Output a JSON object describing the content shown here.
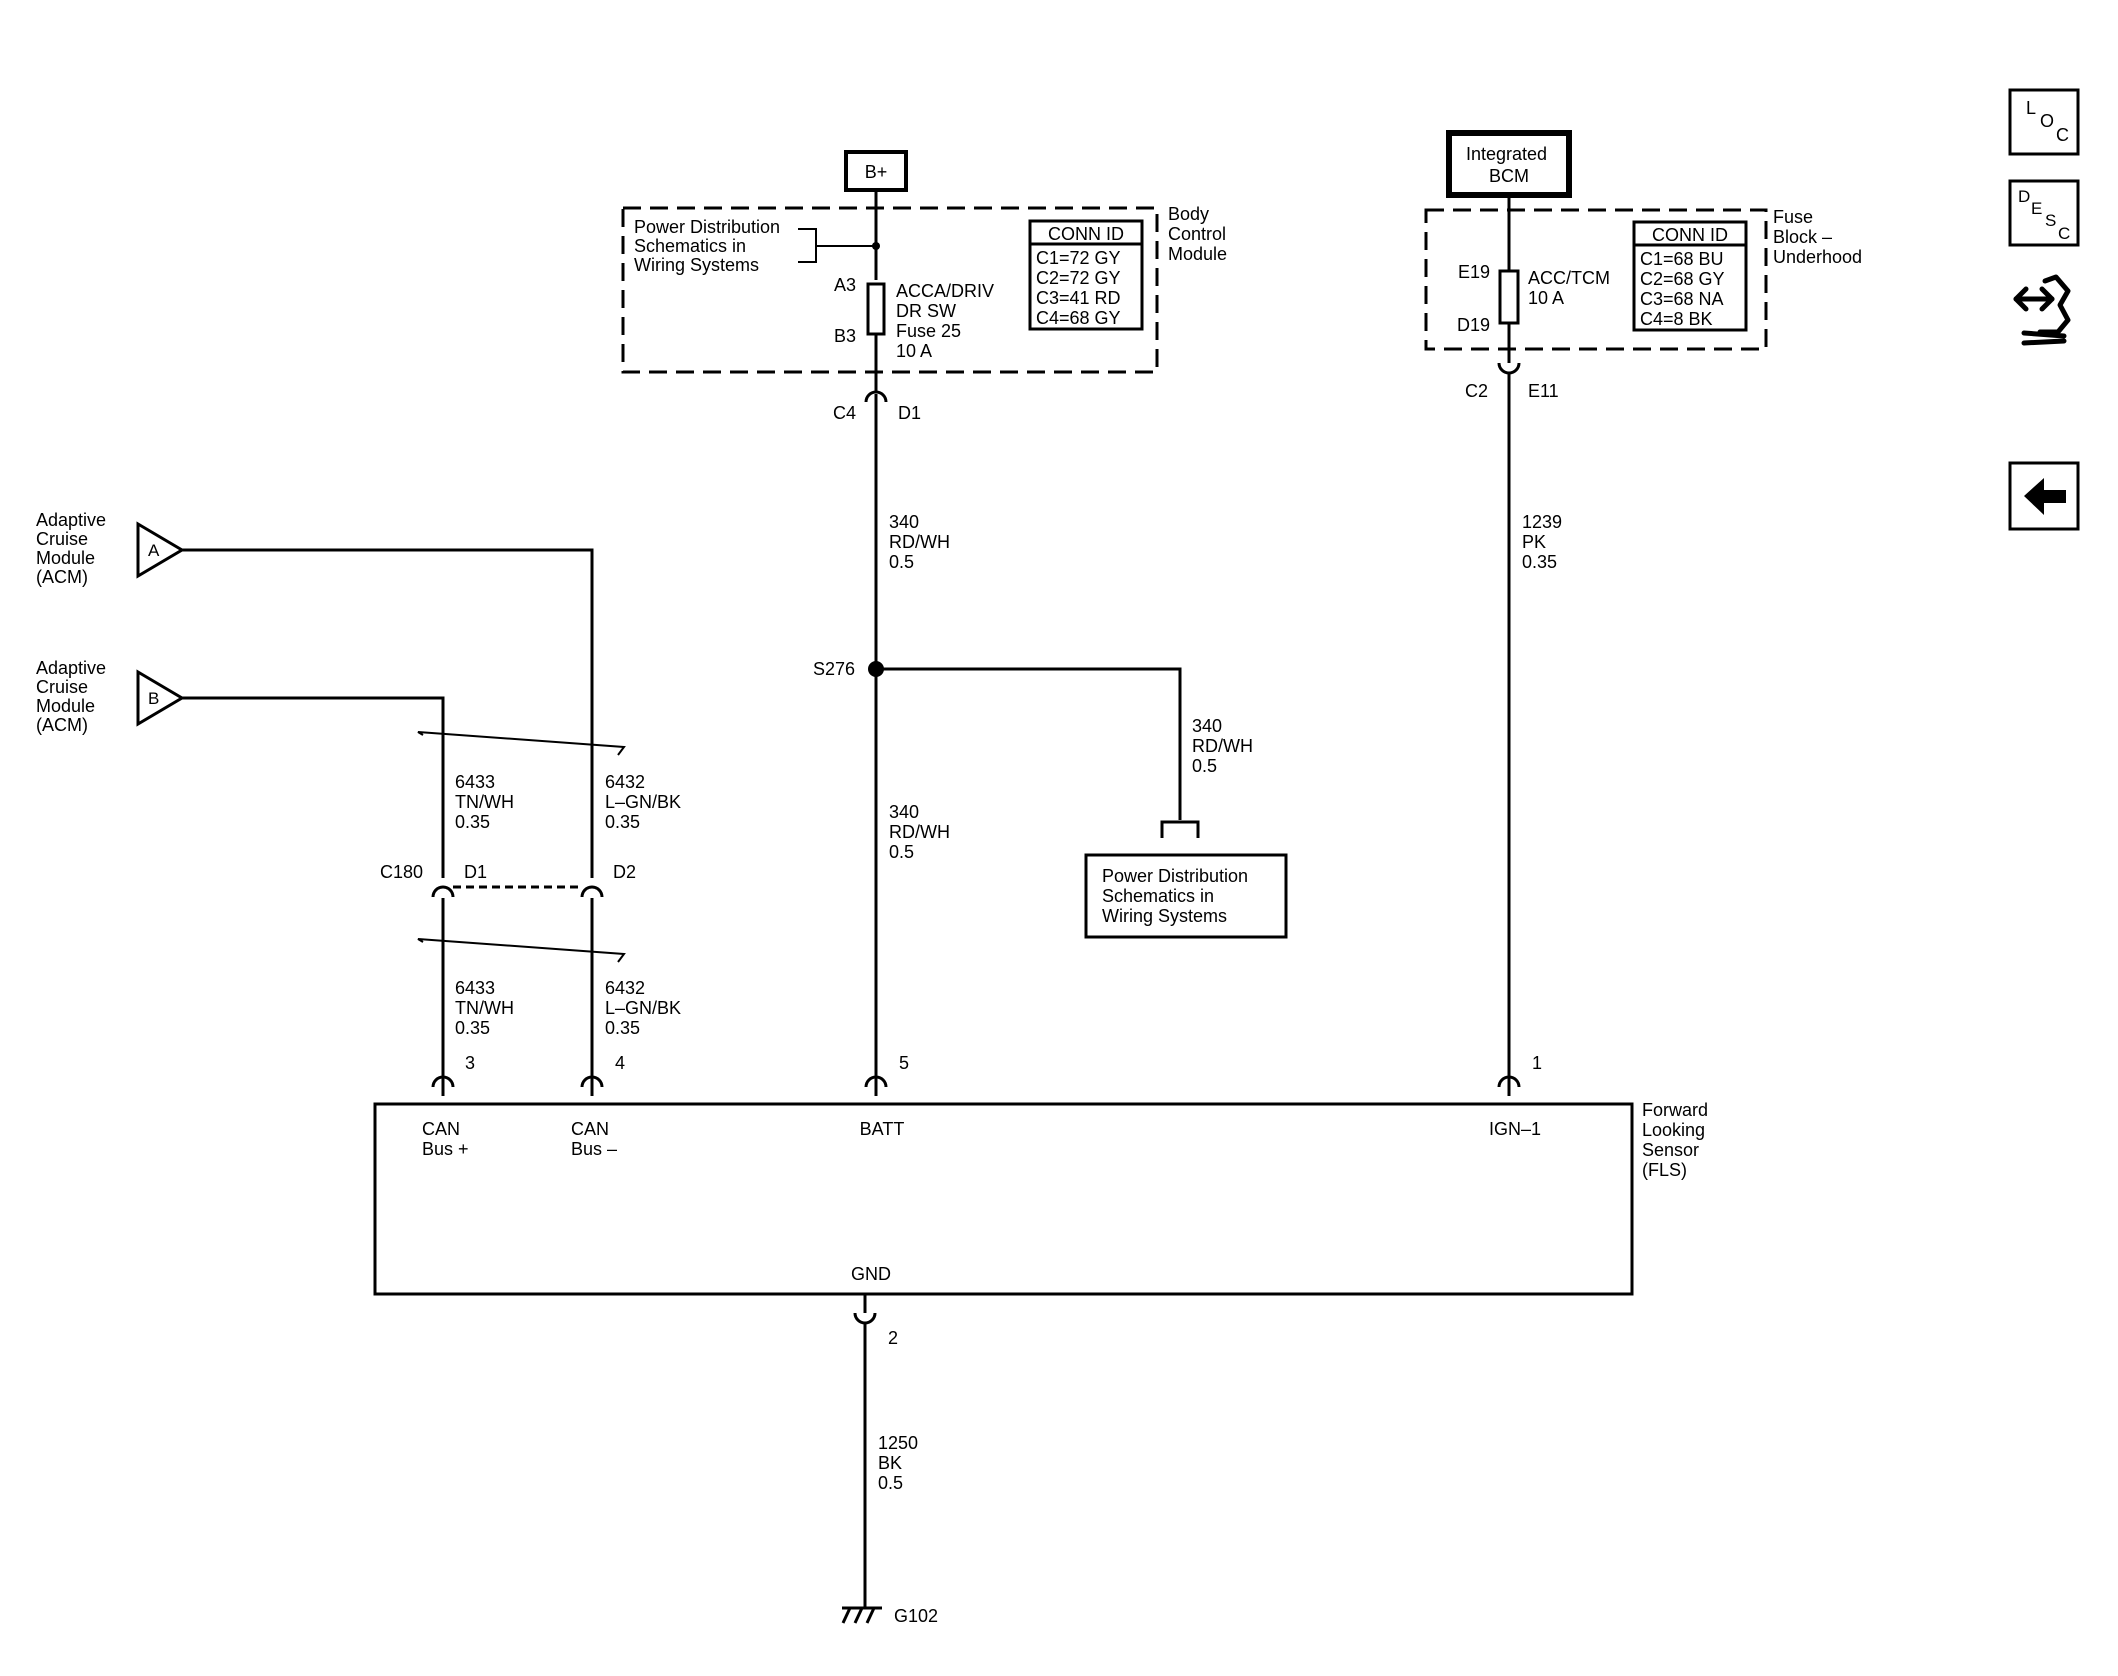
{
  "colors": {
    "ink": "#000000",
    "background": "#ffffff"
  },
  "nav": {
    "loc": {
      "l": "L",
      "o": "O",
      "c": "C"
    },
    "desc": {
      "d": "D",
      "e": "E",
      "s": "S",
      "c": "C"
    },
    "connector_icon": "connector-end-view-icon",
    "back_icon": "back-arrow-icon"
  },
  "power": {
    "b_plus": "B+",
    "integrated_bcm": [
      "Integrated",
      "BCM"
    ]
  },
  "bcm": {
    "name": [
      "Body",
      "Control",
      "Module"
    ],
    "pd_ref": [
      "Power Distribution",
      "Schematics in",
      "Wiring Systems"
    ],
    "pin_in": "A3",
    "pin_out": "B3",
    "fuse": [
      "ACCA/DRIV",
      "DR SW",
      "Fuse 25",
      "10 A"
    ],
    "conn_title": "CONN ID",
    "conn_rows": [
      "C1=72 GY",
      "C2=72 GY",
      "C3=41 RD",
      "C4=68 GY"
    ],
    "conn_out": "C4",
    "conn_out_pin": "D1"
  },
  "fuse_block": {
    "name": [
      "Fuse",
      "Block –",
      "Underhood"
    ],
    "pin_in": "E19",
    "pin_out": "D19",
    "fuse": [
      "ACC/TCM",
      "10 A"
    ],
    "conn_title": "CONN ID",
    "conn_rows": [
      "C1=68 BU",
      "C2=68 GY",
      "C3=68 NA",
      "C4=8 BK"
    ],
    "conn_out": "C2",
    "conn_out_pin": "E11"
  },
  "acm": {
    "a_label": [
      "Adaptive",
      "Cruise",
      "Module",
      "(ACM)"
    ],
    "a_marker": "A",
    "b_label": [
      "Adaptive",
      "Cruise",
      "Module",
      "(ACM)"
    ],
    "b_marker": "B"
  },
  "wires": {
    "batt_upper": [
      "340",
      "RD/WH",
      "0.5"
    ],
    "splice": "S276",
    "branch": [
      "340",
      "RD/WH",
      "0.5"
    ],
    "batt_lower": [
      "340",
      "RD/WH",
      "0.5"
    ],
    "ign_wire": [
      "1239",
      "PK",
      "0.35"
    ],
    "can_plus_upper": [
      "6433",
      "TN/WH",
      "0.35"
    ],
    "can_minus_upper": [
      "6432",
      "L–GN/BK",
      "0.35"
    ],
    "can_plus_lower": [
      "6433",
      "TN/WH",
      "0.35"
    ],
    "can_minus_lower": [
      "6432",
      "L–GN/BK",
      "0.35"
    ],
    "ground_wire": [
      "1250",
      "BK",
      "0.5"
    ],
    "ground_point": "G102"
  },
  "pd_box": [
    "Power Distribution",
    "Schematics in",
    "Wiring Systems"
  ],
  "c180": {
    "name": "C180",
    "pin1": "D1",
    "pin2": "D2"
  },
  "fls": {
    "name": [
      "Forward",
      "Looking",
      "Sensor",
      "(FLS)"
    ],
    "pins": {
      "can_plus": "3",
      "can_minus": "4",
      "batt": "5",
      "ign": "1",
      "gnd": "2"
    },
    "can_plus": [
      "CAN",
      "Bus +"
    ],
    "can_minus": [
      "CAN",
      "Bus –"
    ],
    "batt": "BATT",
    "ign": "IGN–1",
    "gnd": "GND"
  }
}
